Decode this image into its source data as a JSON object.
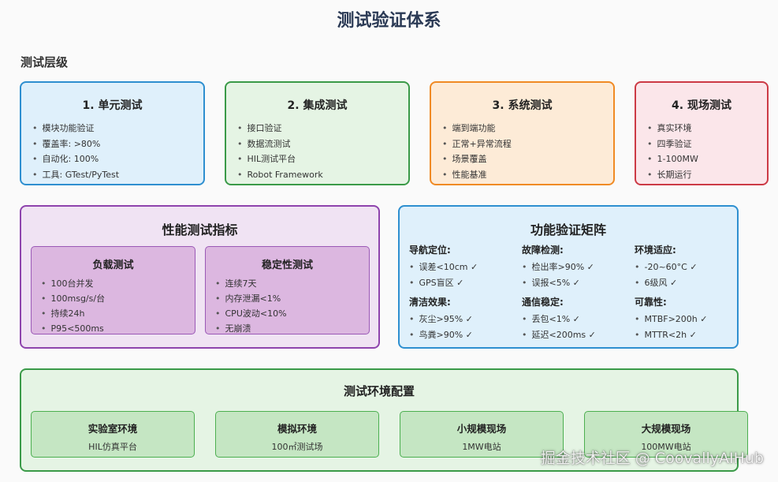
{
  "title": "测试验证体系",
  "levels_label": "测试层级",
  "levels": [
    {
      "title": "1. 单元测试",
      "items": [
        "模块功能验证",
        "覆盖率: >80%",
        "自动化: 100%",
        "工具: GTest/PyTest"
      ]
    },
    {
      "title": "2. 集成测试",
      "items": [
        "接口验证",
        "数据流测试",
        "HIL测试平台",
        "Robot Framework"
      ]
    },
    {
      "title": "3. 系统测试",
      "items": [
        "端到端功能",
        "正常+异常流程",
        "场景覆盖",
        "性能基准"
      ]
    },
    {
      "title": "4. 现场测试",
      "items": [
        "真实环境",
        "四季验证",
        "1-100MW",
        "长期运行"
      ]
    }
  ],
  "performance": {
    "title": "性能测试指标",
    "groups": [
      {
        "title": "负载测试",
        "items": [
          "100台并发",
          "100msg/s/台",
          "持续24h",
          "P95<500ms"
        ]
      },
      {
        "title": "稳定性测试",
        "items": [
          "连续7天",
          "内存泄漏<1%",
          "CPU波动<10%",
          "无崩溃"
        ]
      }
    ]
  },
  "function_matrix": {
    "title": "功能验证矩阵",
    "cells": [
      {
        "title": "导航定位:",
        "items": [
          "误差<10cm ✓",
          "GPS盲区 ✓"
        ]
      },
      {
        "title": "故障检测:",
        "items": [
          "检出率>90% ✓",
          "误报<5% ✓"
        ]
      },
      {
        "title": "环境适应:",
        "items": [
          "-20~60°C ✓",
          "6级风 ✓"
        ]
      },
      {
        "title": "清洁效果:",
        "items": [
          "灰尘>95% ✓",
          "鸟粪>90% ✓"
        ]
      },
      {
        "title": "通信稳定:",
        "items": [
          "丢包<1% ✓",
          "延迟<200ms ✓"
        ]
      },
      {
        "title": "可靠性:",
        "items": [
          "MTBF>200h ✓",
          "MTTR<2h ✓"
        ]
      }
    ]
  },
  "environment": {
    "title": "测试环境配置",
    "items": [
      {
        "title": "实验室环境",
        "desc": "HIL仿真平台"
      },
      {
        "title": "模拟环境",
        "desc": "100㎡测试场"
      },
      {
        "title": "小规模现场",
        "desc": "1MW电站"
      },
      {
        "title": "大规模现场",
        "desc": "100MW电站"
      }
    ]
  },
  "watermark": "掘金技术社区 @ CoovallyAIHub"
}
